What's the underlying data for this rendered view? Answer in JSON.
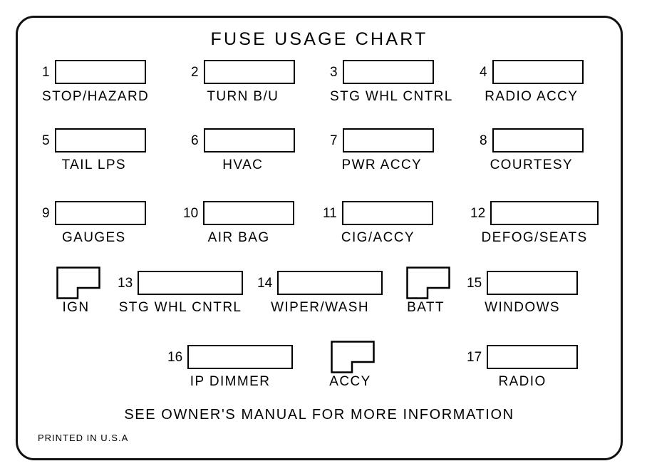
{
  "chart": {
    "title": "FUSE USAGE CHART",
    "footer_note": "SEE OWNER'S MANUAL FOR MORE INFORMATION",
    "printed_in": "PRINTED IN U.S.A",
    "line_color": "#000000",
    "background_color": "#ffffff"
  },
  "rows": [
    {
      "cells": [
        {
          "number": "1",
          "label": "STOP/HAZARD",
          "shape": "rect"
        },
        {
          "number": "2",
          "label": "TURN B/U",
          "shape": "rect"
        },
        {
          "number": "3",
          "label": "STG WHL CNTRL",
          "shape": "rect"
        },
        {
          "number": "4",
          "label": "RADIO ACCY",
          "shape": "rect"
        }
      ]
    },
    {
      "cells": [
        {
          "number": "5",
          "label": "TAIL LPS",
          "shape": "rect"
        },
        {
          "number": "6",
          "label": "HVAC",
          "shape": "rect"
        },
        {
          "number": "7",
          "label": "PWR ACCY",
          "shape": "rect"
        },
        {
          "number": "8",
          "label": "COURTESY",
          "shape": "rect"
        }
      ]
    },
    {
      "cells": [
        {
          "number": "9",
          "label": "GAUGES",
          "shape": "rect"
        },
        {
          "number": "10",
          "label": "AIR BAG",
          "shape": "rect"
        },
        {
          "number": "11",
          "label": "CIG/ACCY",
          "shape": "rect"
        },
        {
          "number": "12",
          "label": "DEFOG/SEATS",
          "shape": "rect"
        }
      ]
    },
    {
      "cells": [
        {
          "number": "",
          "label": "IGN",
          "shape": "notched"
        },
        {
          "number": "13",
          "label": "STG WHL CNTRL",
          "shape": "rect"
        },
        {
          "number": "14",
          "label": "WIPER/WASH",
          "shape": "rect"
        },
        {
          "number": "",
          "label": "BATT",
          "shape": "notched"
        },
        {
          "number": "15",
          "label": "WINDOWS",
          "shape": "rect"
        }
      ]
    },
    {
      "cells": [
        {
          "number": "16",
          "label": "IP DIMMER",
          "shape": "rect"
        },
        {
          "number": "",
          "label": "ACCY",
          "shape": "notched"
        },
        {
          "number": "17",
          "label": "RADIO",
          "shape": "rect"
        }
      ]
    }
  ]
}
